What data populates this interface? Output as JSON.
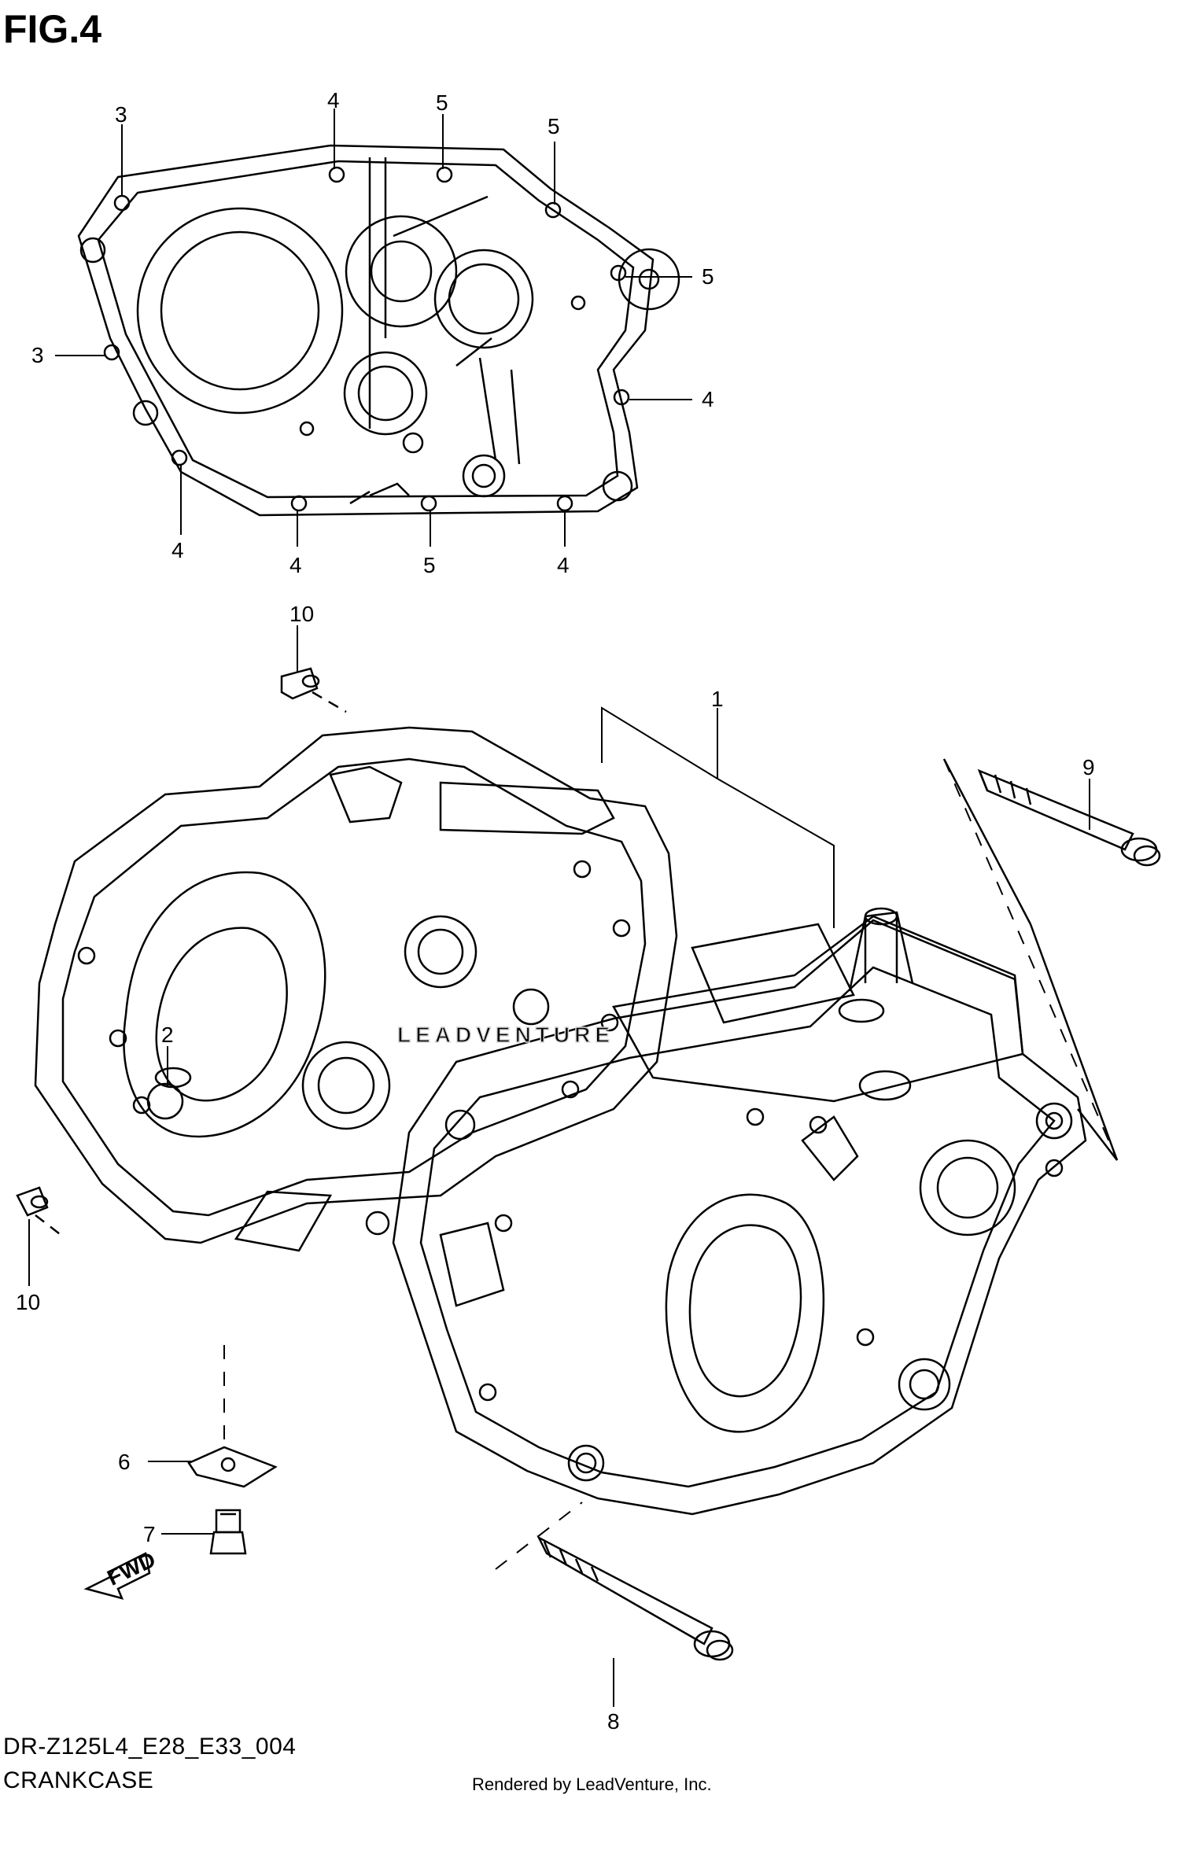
{
  "figure": {
    "title": "FIG.4",
    "model_code": "DR-Z125L4_E28_E33_004",
    "section_name": "CRANKCASE",
    "credit": "Rendered by LeadVenture, Inc.",
    "watermark": "LEADVENTURE"
  },
  "gasket_view": {
    "callouts": [
      "3",
      "4",
      "5",
      "5",
      "5",
      "3",
      "4",
      "4",
      "4",
      "5",
      "4"
    ]
  },
  "exploded_view": {
    "callouts": [
      "10",
      "1",
      "9",
      "2",
      "10",
      "6",
      "7",
      "8"
    ],
    "direction_arrow": "FWD"
  }
}
